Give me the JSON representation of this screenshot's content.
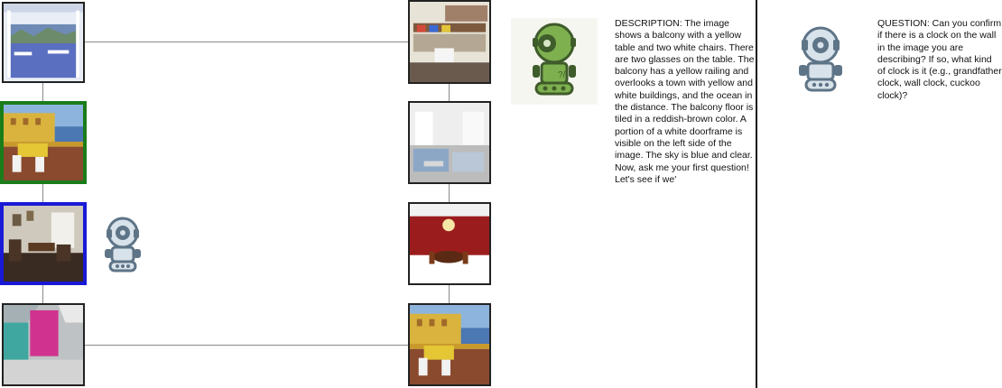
{
  "left_panel": {
    "left_column": [
      {
        "id": "balcony-lake-view",
        "state": "normal"
      },
      {
        "id": "balcony-yellow-table",
        "state": "selected-green"
      },
      {
        "id": "antique-living-room",
        "state": "selected-blue"
      },
      {
        "id": "pink-attic-room",
        "state": "normal"
      }
    ],
    "right_column": [
      {
        "id": "cluttered-office",
        "state": "normal"
      },
      {
        "id": "white-living-room",
        "state": "normal"
      },
      {
        "id": "red-dining-room",
        "state": "normal"
      },
      {
        "id": "balcony-yellow-table-2",
        "state": "normal"
      }
    ],
    "agent_icon": "robot-icon"
  },
  "description_panel": {
    "icon": "green-robot-icon",
    "text": "DESCRIPTION: The image shows a balcony with a yellow table and two white chairs. There are two glasses on the table. The balcony has a yellow railing and overlooks a town with yellow and white buildings, and the ocean in the distance. The balcony floor is tiled in a reddish-brown color. A portion of a white doorframe is visible on the left side of the image. The sky is blue and clear. Now, ask me your first question! Let's see if we'"
  },
  "question_panel": {
    "icon": "robot-icon",
    "text": "QUESTION: Can you confirm if there is a clock on the wall in the image you are describing? If so, what kind of clock is it (e.g., grandfather clock, wall clock, cuckoo clock)?"
  },
  "colors": {
    "selected_green": "#1a7d1a",
    "selected_blue": "#1919d6",
    "robot_green": "#5e8f3e",
    "robot_steel": "#5e7487"
  }
}
